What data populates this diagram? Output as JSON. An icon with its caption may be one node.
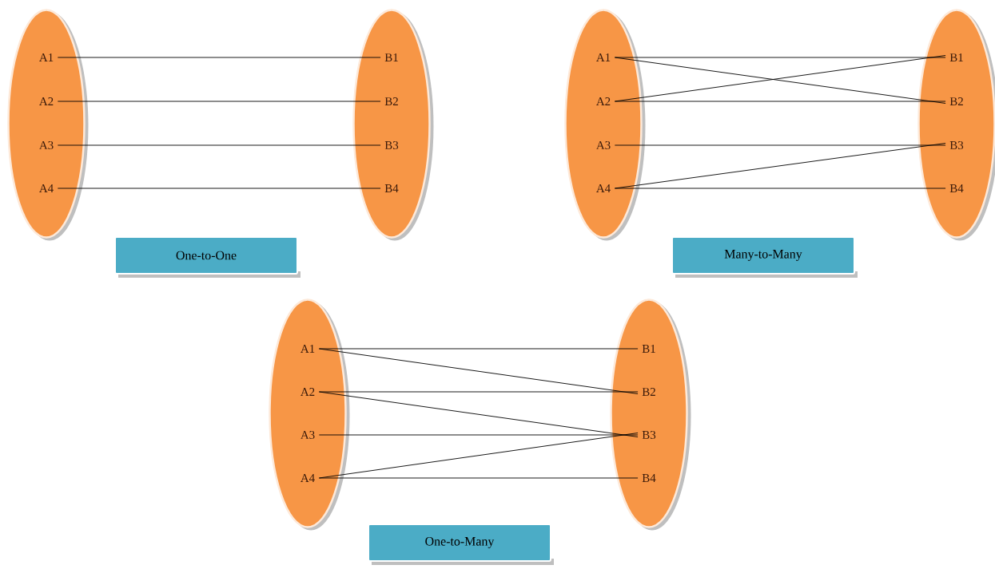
{
  "diagram": {
    "nodes": [
      {
        "text": [],
        "shape": "ellipse"
      },
      {
        "text": [
          "A1"
        ],
        "in": 0
      },
      {
        "text": [
          "A2"
        ],
        "in": 0
      },
      {
        "text": [
          "A3"
        ],
        "in": 0
      },
      {
        "text": [
          "A4"
        ],
        "in": 0
      },
      {
        "text": [],
        "shape": "ellipse"
      },
      {
        "text": [
          "B1"
        ],
        "in": 5
      },
      {
        "text": [
          "B2"
        ],
        "in": 5
      },
      {
        "text": [
          "B3"
        ],
        "in": 5
      },
      {
        "text": [
          "B4"
        ],
        "in": 5
      },
      {
        "text": [],
        "shape": "ellipse"
      },
      {
        "text": [
          "A1"
        ],
        "in": 10
      },
      {
        "text": [
          "A2"
        ],
        "in": 10
      },
      {
        "text": [
          "A3"
        ],
        "in": 10
      },
      {
        "text": [
          "A4"
        ],
        "in": 10
      },
      {
        "text": [],
        "shape": "ellipse"
      },
      {
        "text": [
          "B1"
        ],
        "in": 15
      },
      {
        "text": [
          "B2"
        ],
        "in": 15
      },
      {
        "text": [
          "B3"
        ],
        "in": 15
      },
      {
        "text": [
          "B4"
        ],
        "in": 15
      },
      {
        "text": [
          "One-to-One"
        ]
      },
      {
        "text": [
          "Many-to-Many"
        ]
      },
      {
        "text": [],
        "shape": "ellipse"
      },
      {
        "text": [
          "A1"
        ],
        "in": 22
      },
      {
        "text": [
          "A2"
        ],
        "in": 22
      },
      {
        "text": [
          "A3"
        ],
        "in": 22
      },
      {
        "text": [
          "A4"
        ],
        "in": 22
      },
      {
        "text": [],
        "shape": "ellipse"
      },
      {
        "text": [
          "B1"
        ],
        "in": 27
      },
      {
        "text": [
          "B2"
        ],
        "in": 27
      },
      {
        "text": [
          "B3"
        ],
        "in": 27
      },
      {
        "text": [
          "B4"
        ],
        "in": 27
      },
      {
        "text": [
          "One-to-Many"
        ]
      }
    ],
    "edges": [
      {
        "from": 1,
        "to": 6,
        "arrow": "none"
      },
      {
        "from": 2,
        "to": 7,
        "arrow": "none"
      },
      {
        "from": 3,
        "to": 8,
        "arrow": "none"
      },
      {
        "from": 4,
        "to": 9,
        "arrow": "none"
      },
      {
        "from": 11,
        "to": 16,
        "arrow": "none"
      },
      {
        "from": 11,
        "to": 17,
        "arrow": "none"
      },
      {
        "from": 12,
        "to": 16,
        "arrow": "none"
      },
      {
        "from": 12,
        "to": 17,
        "arrow": "none"
      },
      {
        "from": 13,
        "to": 18,
        "arrow": "none"
      },
      {
        "from": 14,
        "to": 18,
        "arrow": "none"
      },
      {
        "from": 14,
        "to": 19,
        "arrow": "none"
      },
      {
        "from": 23,
        "to": 28,
        "arrow": "none"
      },
      {
        "from": 23,
        "to": 29,
        "arrow": "none"
      },
      {
        "from": 24,
        "to": 29,
        "arrow": "none"
      },
      {
        "from": 24,
        "to": 30,
        "arrow": "none"
      },
      {
        "from": 25,
        "to": 30,
        "arrow": "none"
      },
      {
        "from": 26,
        "to": 30,
        "arrow": "none"
      },
      {
        "from": 26,
        "to": 31,
        "arrow": "none"
      }
    ]
  }
}
